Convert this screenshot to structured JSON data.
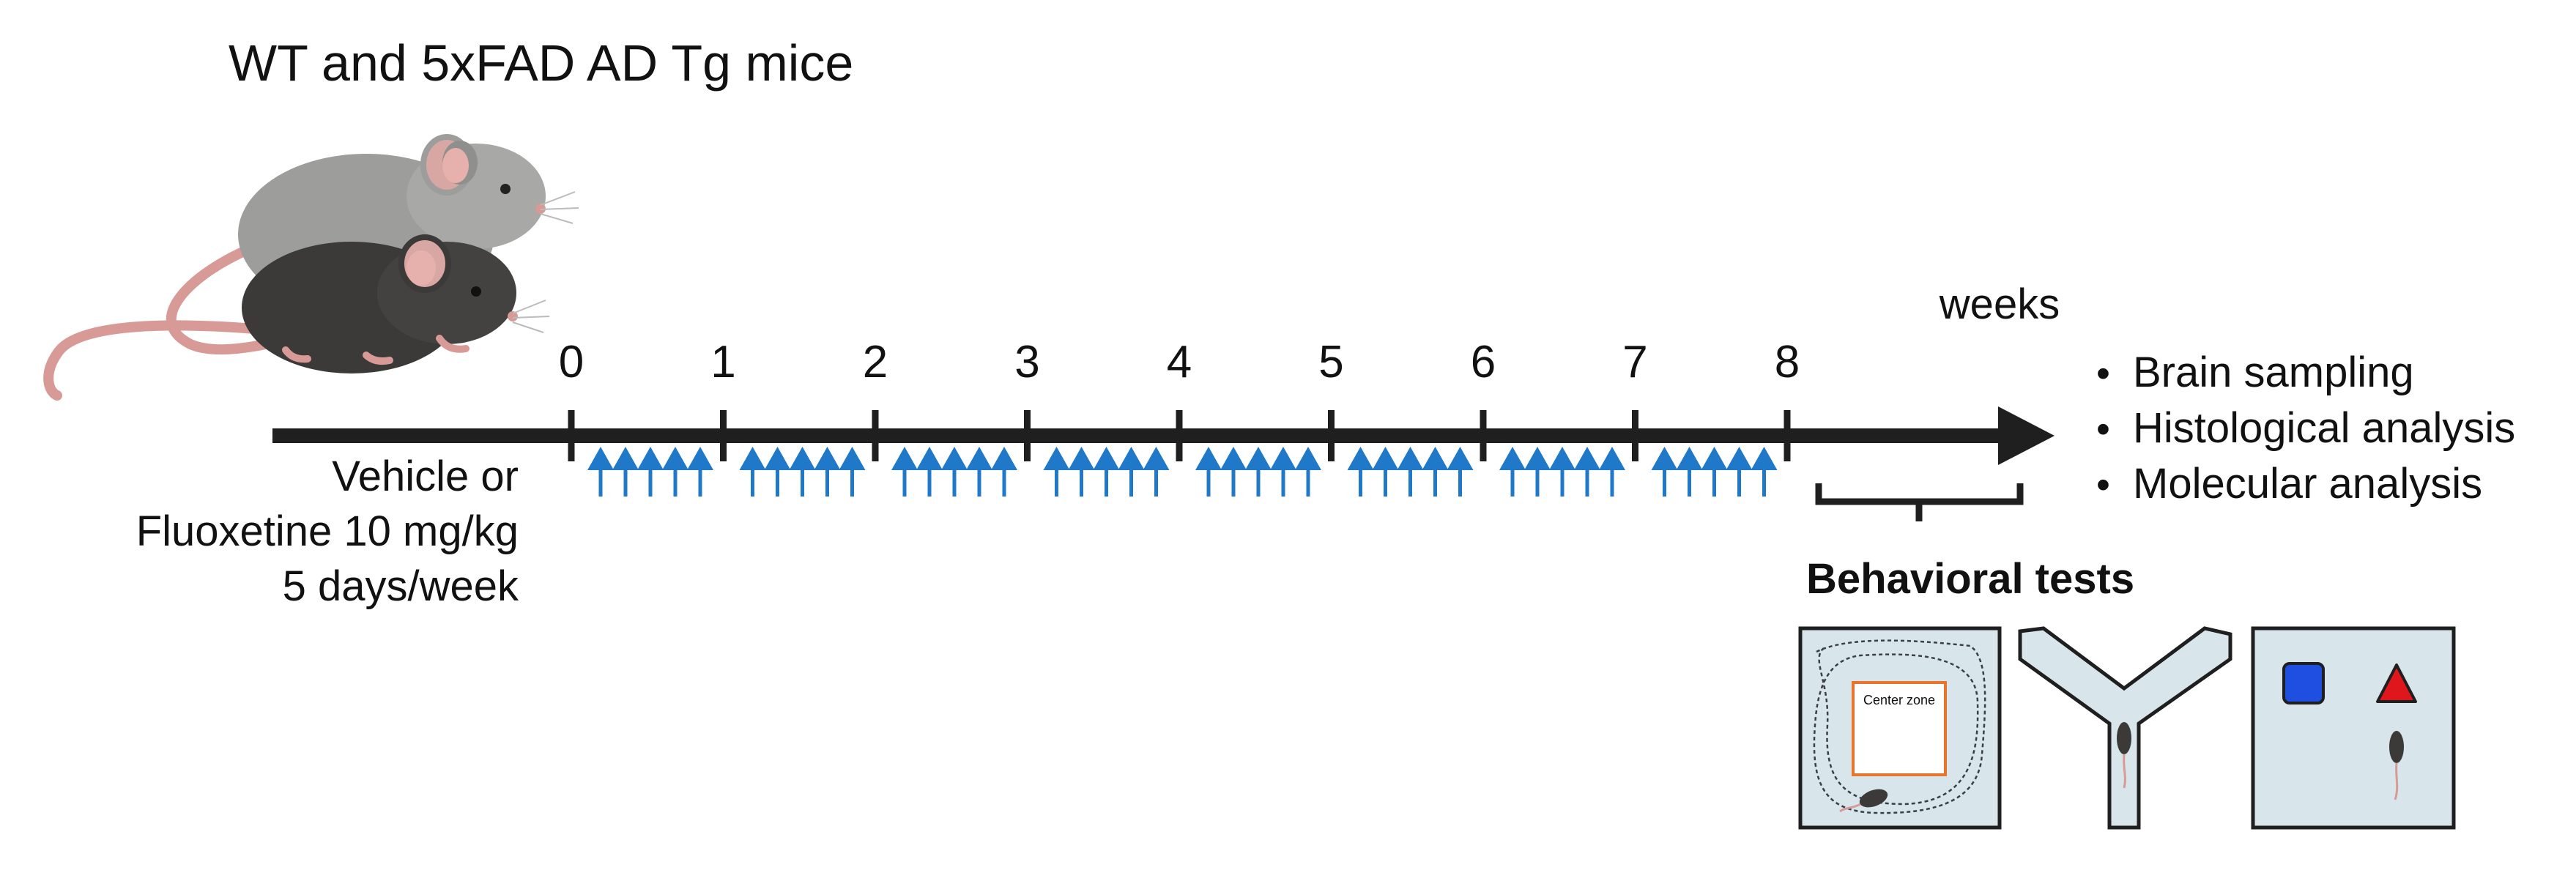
{
  "title": "WT and 5xFAD AD Tg mice",
  "treatment": {
    "line1": "Vehicle or",
    "line2": "Fluoxetine 10 mg/kg",
    "line3": "5 days/week"
  },
  "timeline": {
    "unit_label": "weeks",
    "weeks": [
      "0",
      "1",
      "2",
      "3",
      "4",
      "5",
      "6",
      "7",
      "8"
    ],
    "injections_per_week": 5,
    "treatment_weeks": 8
  },
  "outcomes": [
    "Brain sampling",
    "Histological analysis",
    "Molecular analysis"
  ],
  "behavior": {
    "title": "Behavioral tests",
    "open_field_zone": "Center zone"
  },
  "colors": {
    "timeline": "#1f1f1f",
    "injection_arrow": "#1f78c8",
    "arena_fill": "#d8e6ec",
    "arena_stroke": "#1f1f1f",
    "center_zone": "#e8742e",
    "object_square": "#1f4fe0",
    "object_triangle": "#e0161d",
    "mouse_gray": "#9d9d9b",
    "mouse_dark": "#3c3a38",
    "tail": "#d79a96"
  }
}
